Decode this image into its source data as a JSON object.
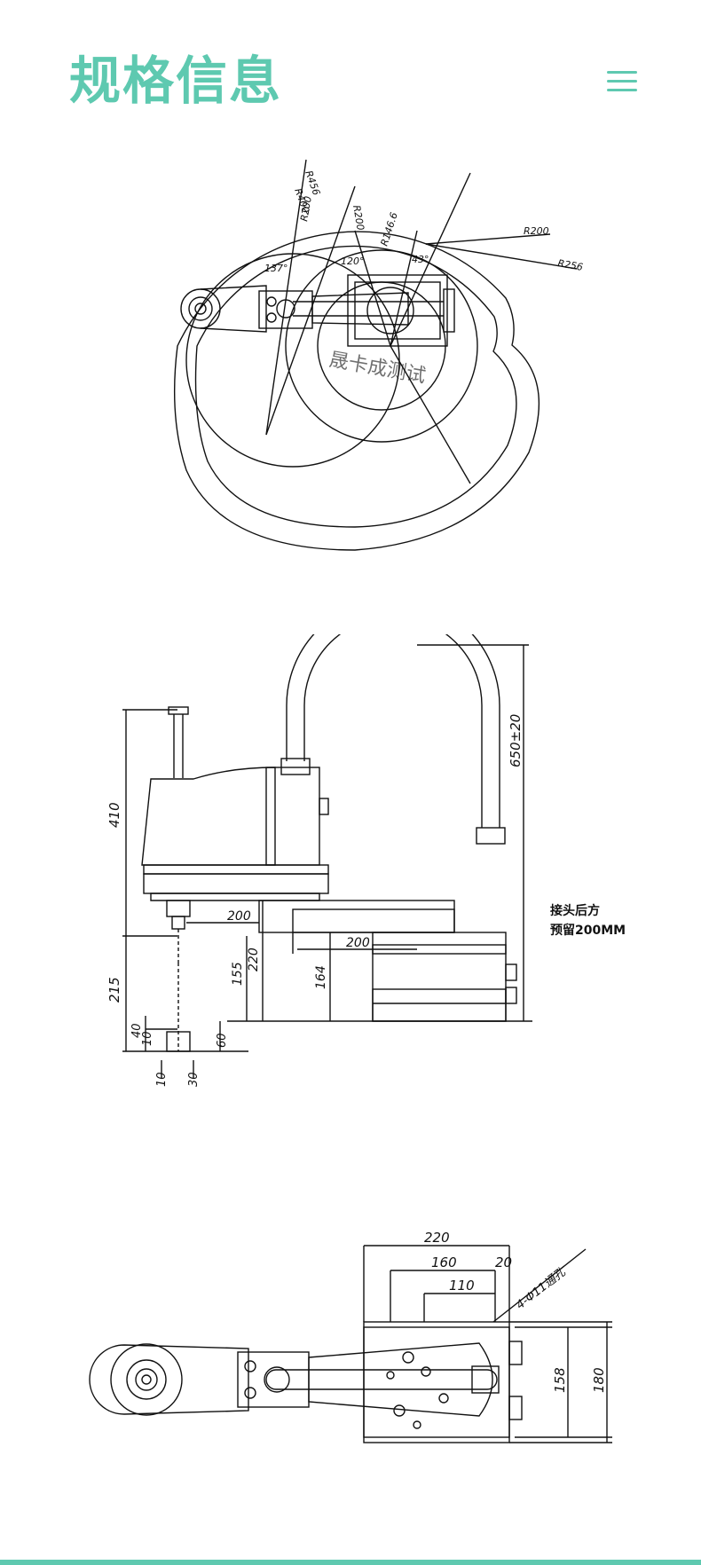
{
  "header": {
    "title": "规格信息"
  },
  "colors": {
    "accent": "#5ec9b0",
    "line": "#111111"
  },
  "icons": {
    "menu": "hamburger-menu-icon"
  },
  "top_view": {
    "radii": [
      "R456",
      "R400",
      "R200",
      "R200",
      "R146.6",
      "R200",
      "R256"
    ],
    "angles": [
      "137°",
      "120°",
      "43°"
    ],
    "watermark": "晟卡成测试"
  },
  "side_view": {
    "dims": [
      "410",
      "215",
      "40",
      "10",
      "10",
      "30",
      "60",
      "155",
      "220",
      "164",
      "200",
      "200",
      "650±20"
    ],
    "note_line1": "接头后方",
    "note_line2": "预留200MM"
  },
  "base_view": {
    "dims": [
      "220",
      "160",
      "20",
      "110",
      "158",
      "180"
    ],
    "hole_note": "4-Φ11通孔"
  }
}
